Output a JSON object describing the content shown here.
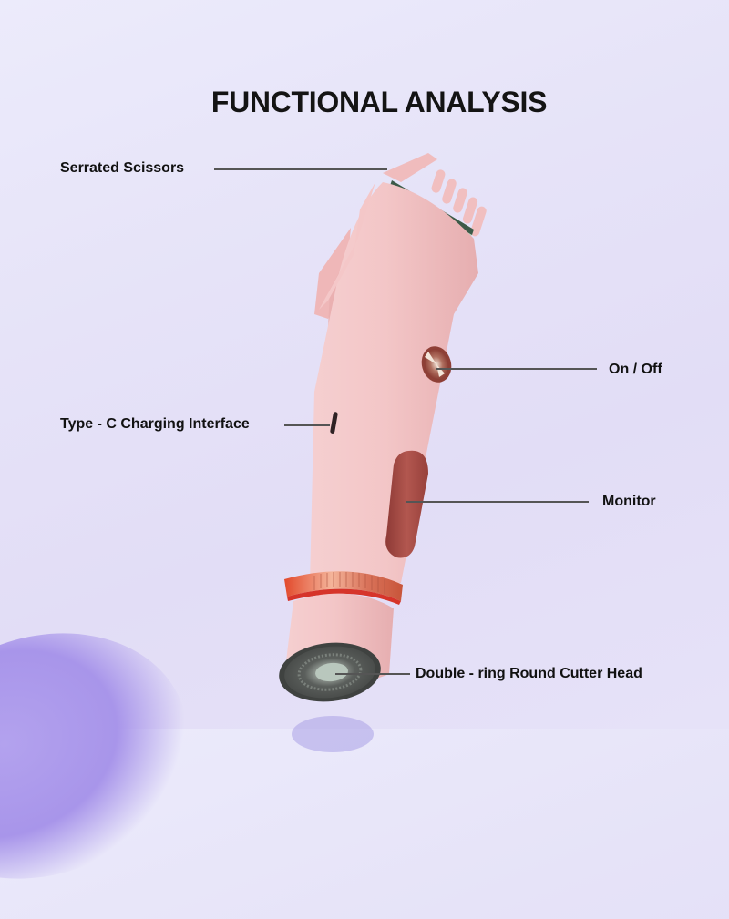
{
  "title": "FUNCTIONAL ANALYSIS",
  "callouts": [
    {
      "id": "serrated-scissors",
      "label": "Serrated Scissors"
    },
    {
      "id": "on-off",
      "label": "On / Off"
    },
    {
      "id": "type-c",
      "label": "Type - C Charging Interface"
    },
    {
      "id": "monitor",
      "label": "Monitor"
    },
    {
      "id": "cutter-head",
      "label": "Double - ring Round Cutter Head"
    }
  ],
  "colors": {
    "background": "#e6e3f8",
    "body_pink": "#f2c3c4",
    "window_red": "#a44a45",
    "ring_copper": "#e0704a",
    "title_text": "#141414",
    "leader_line": "#555555"
  }
}
